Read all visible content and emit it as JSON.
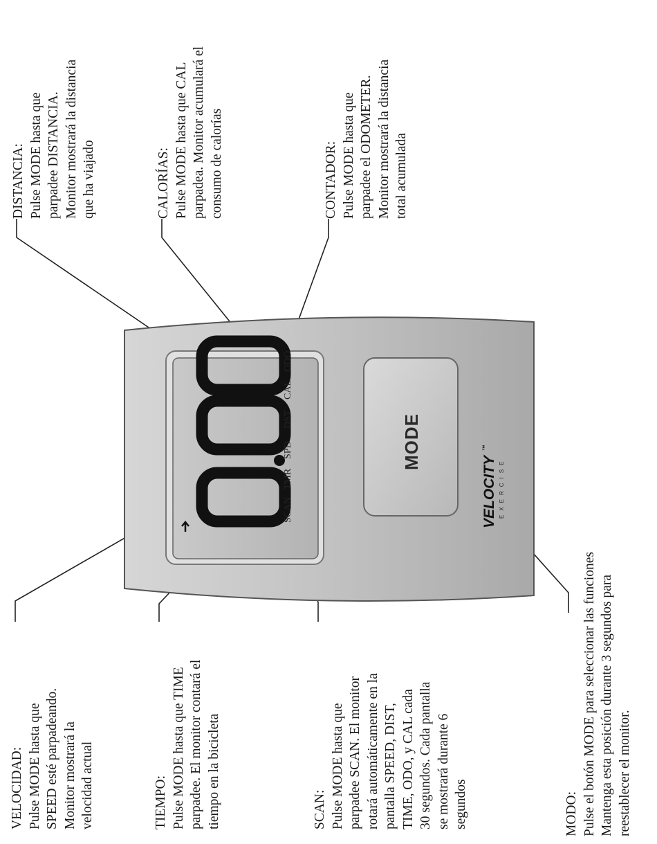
{
  "callouts": {
    "distancia": {
      "title": "DISTANCIA:",
      "lines": [
        "Pulse MODE hasta que",
        "parpadee DISTANCIA.",
        "Monitor mostrará la distancia",
        "que ha viajado"
      ]
    },
    "calorias": {
      "title": "CALORÍAS:",
      "lines": [
        "Pulse MODE hasta que CAL",
        "parpadea. Monitor acumulará el",
        "consumo de calorías"
      ]
    },
    "contador": {
      "title": "CONTADOR:",
      "lines": [
        "Pulse MODE hasta que",
        "parpadee el ODOMETER.",
        "Monitor mostrará la distancia",
        "total acumulada"
      ]
    },
    "velocidad": {
      "title": "VELOCIDAD:",
      "lines": [
        "Pulse MODE hasta que",
        "SPEED esté parpadeando.",
        "Monitor mostrará la",
        "velocidad actual"
      ]
    },
    "tiempo": {
      "title": "TIEMPO:",
      "lines": [
        "Pulse MODE hasta que TIME",
        "parpadee. El monitor contará el",
        "tiempo en la bicicleta"
      ]
    },
    "scan": {
      "title": "SCAN:",
      "lines": [
        "Pulse MODE hasta que",
        "parpadee SCAN. El monitor",
        "rotará automáticamente en la",
        "pantalla SPEED, DIST,",
        "TIME, ODO, y CAL cada",
        "30 segundos. Cada pantalla",
        "se mostrará durante 6",
        "segundos"
      ]
    },
    "modo": {
      "title": "MODO:",
      "lines": [
        "Pulse el botón MODE para seleccionar las funciones",
        "Mantenga esta posición durante 3 segundos para",
        "reestablecer el monitor."
      ]
    }
  },
  "device": {
    "lcd_value": "0.00",
    "lcd_labels": [
      "SCAN",
      "TMR",
      "SPD",
      "DST",
      "CAL",
      "ODO"
    ],
    "mode_button_label": "MODE",
    "brand": "VELOCITY",
    "brand_sub": "EXERCISE",
    "trademark": "™"
  }
}
